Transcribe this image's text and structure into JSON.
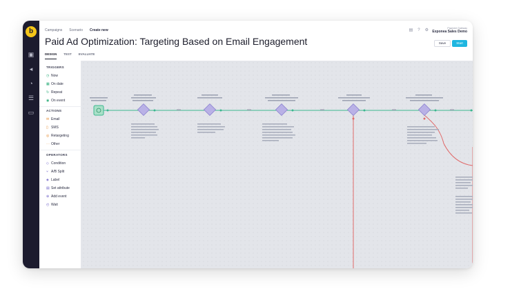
{
  "breadcrumb": {
    "campaigns": "Campaigns",
    "scenarios": "Scenario",
    "current": "Create new"
  },
  "page": {
    "title": "Paid Ad Optimization: Targeting Based on Email Engagement"
  },
  "tabs": [
    {
      "label": "DESIGN"
    },
    {
      "label": "TEST"
    },
    {
      "label": "EVALUATE"
    }
  ],
  "account": {
    "label": "Payment Gateway",
    "name": "Exponea Sales Demo"
  },
  "toolbar": {
    "save_label": "Save",
    "start_label": "Start"
  },
  "icons": {
    "logo": "b"
  },
  "palette": {
    "triggers_title": "TRIGGERS",
    "triggers": [
      {
        "label": "Now"
      },
      {
        "label": "On date"
      },
      {
        "label": "Repeat"
      },
      {
        "label": "On event"
      }
    ],
    "actions_title": "ACTIONS",
    "actions": [
      {
        "label": "Email"
      },
      {
        "label": "SMS"
      },
      {
        "label": "Retargeting"
      },
      {
        "label": "Other"
      }
    ],
    "operators_title": "OPERATORS",
    "operators": [
      {
        "label": "Condition"
      },
      {
        "label": "A/B Split"
      },
      {
        "label": "Label"
      },
      {
        "label": "Set attribute"
      },
      {
        "label": "Add event"
      },
      {
        "label": "Wait"
      }
    ]
  },
  "colors": {
    "rail": "#1c1b2e",
    "logo": "#f5c518",
    "primary": "#1fb6e0",
    "flow_line": "#3bb78f",
    "condition_node": "#b9b1e6",
    "no_branch": "#e06a6a"
  }
}
